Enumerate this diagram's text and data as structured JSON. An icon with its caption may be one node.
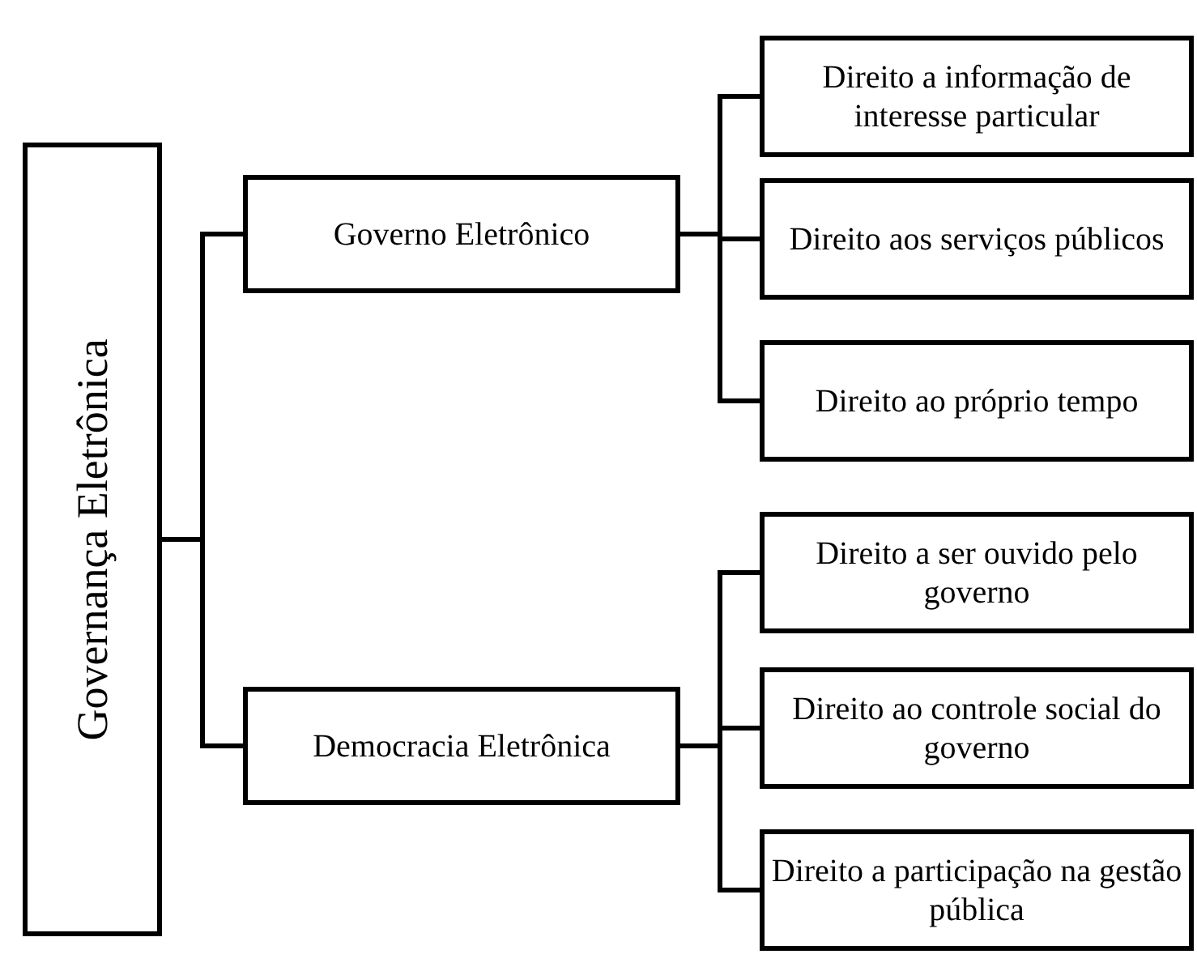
{
  "diagram": {
    "nodes": [
      {
        "text": [
          "Governança Eletrônica"
        ]
      },
      {
        "text": [
          "Governo Eletrônico"
        ]
      },
      {
        "text": [
          "Democracia Eletrônica"
        ]
      },
      {
        "text": [
          "Direito a informação de interesse particular"
        ]
      },
      {
        "text": [
          "Direito aos serviços públicos"
        ]
      },
      {
        "text": [
          "Direito ao próprio tempo"
        ]
      },
      {
        "text": [
          "Direito a ser ouvido pelo governo"
        ]
      },
      {
        "text": [
          "Direito ao controle social do governo"
        ]
      },
      {
        "text": [
          "Direito a participação na gestão pública"
        ]
      }
    ],
    "edges": [
      {
        "from": 0,
        "to": 1,
        "arrow": "none"
      },
      {
        "from": 0,
        "to": 2,
        "arrow": "none"
      },
      {
        "from": 1,
        "to": 3,
        "arrow": "none"
      },
      {
        "from": 1,
        "to": 4,
        "arrow": "none"
      },
      {
        "from": 1,
        "to": 5,
        "arrow": "none"
      },
      {
        "from": 2,
        "to": 6,
        "arrow": "none"
      },
      {
        "from": 2,
        "to": 7,
        "arrow": "none"
      },
      {
        "from": 2,
        "to": 8,
        "arrow": "none"
      }
    ]
  }
}
